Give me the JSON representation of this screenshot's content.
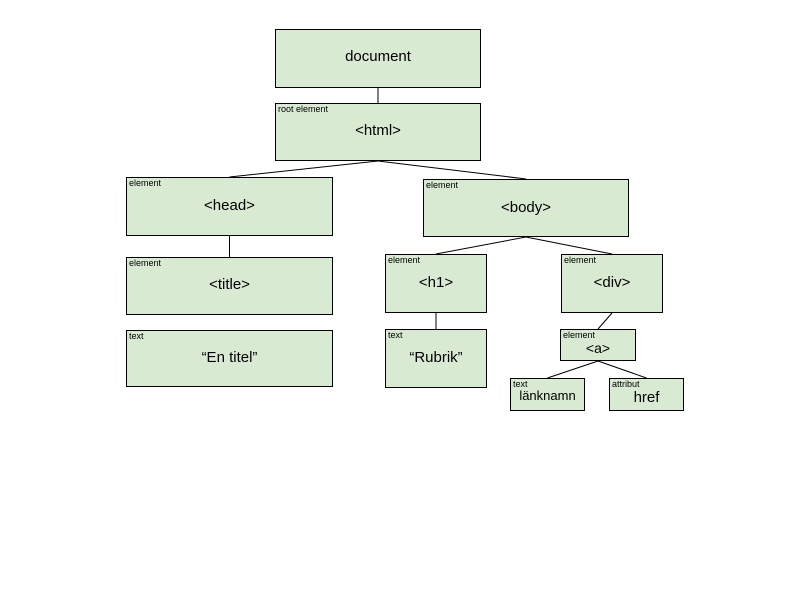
{
  "colors": {
    "node_fill": "#d9ead3",
    "node_border": "#000000",
    "edge": "#000000"
  },
  "nodes": [
    {
      "id": "document",
      "tag": "",
      "label": "document"
    },
    {
      "id": "html",
      "tag": "root element",
      "label": "<html>"
    },
    {
      "id": "head",
      "tag": "element",
      "label": "<head>"
    },
    {
      "id": "body",
      "tag": "element",
      "label": "<body>"
    },
    {
      "id": "title",
      "tag": "element",
      "label": "<title>"
    },
    {
      "id": "title-text",
      "tag": "text",
      "label": "“En titel”"
    },
    {
      "id": "h1",
      "tag": "element",
      "label": "<h1>"
    },
    {
      "id": "h1-text",
      "tag": "text",
      "label": "“Rubrik”"
    },
    {
      "id": "div",
      "tag": "element",
      "label": "<div>"
    },
    {
      "id": "a",
      "tag": "element",
      "label": "<a>"
    },
    {
      "id": "a-text",
      "tag": "text",
      "label": "länknamn"
    },
    {
      "id": "a-href",
      "tag": "attribut",
      "label": "href"
    }
  ],
  "edges": [
    [
      "document",
      "html"
    ],
    [
      "html",
      "head"
    ],
    [
      "html",
      "body"
    ],
    [
      "head",
      "title"
    ],
    [
      "body",
      "h1"
    ],
    [
      "body",
      "div"
    ],
    [
      "h1",
      "h1-text"
    ],
    [
      "div",
      "a"
    ],
    [
      "a",
      "a-text"
    ],
    [
      "a",
      "a-href"
    ]
  ]
}
